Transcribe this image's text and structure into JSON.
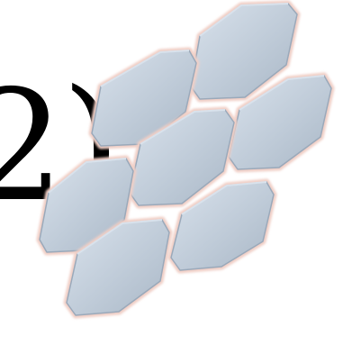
{
  "text": {
    "visible_glyphs": "2)"
  },
  "graphic": {
    "icon": "hexagon-tile-pattern",
    "tile_count": 7,
    "colors": {
      "tile_fill": "#bfcbd8",
      "tile_highlight": "#d9e2ec",
      "tile_shadow": "#9aa9ba",
      "tile_border": "#f0cfc6"
    }
  }
}
